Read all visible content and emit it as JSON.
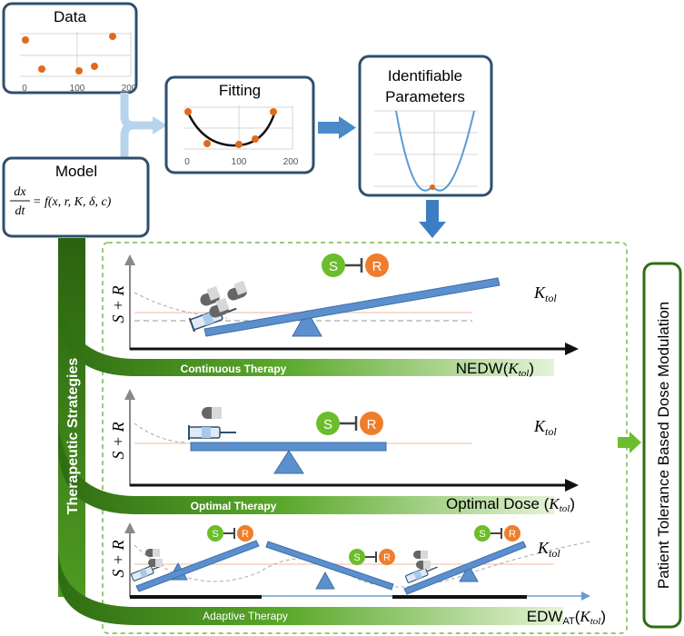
{
  "data_box": {
    "title": "Data",
    "x_ticks": [
      "0",
      "100",
      "200"
    ]
  },
  "fitting_box": {
    "title": "Fitting",
    "x_ticks": [
      "0",
      "100",
      "200"
    ]
  },
  "params_box": {
    "title_line1": "Identifiable",
    "title_line2": "Parameters"
  },
  "model_box": {
    "title": "Model",
    "eq_lhs_num": "dx",
    "eq_lhs_den": "dt",
    "eq_rhs": "= f(x, r, K, δ, c)"
  },
  "strategies_label": "Therapeutic Strategies",
  "right_box_label": "Patient Tolerance Based Dose Modulation",
  "panels": [
    {
      "y_label": "S + R",
      "k_label": "K",
      "k_sub": "tol",
      "bar_label": "Continuous Therapy",
      "outcome": "NEDW(",
      "outcome_k": "K",
      "outcome_sub": "tol",
      "outcome_close": ")"
    },
    {
      "y_label": "S + R",
      "k_label": "K",
      "k_sub": "tol",
      "bar_label": "Optimal Therapy",
      "outcome": "Optimal Dose (",
      "outcome_k": "K",
      "outcome_sub": "tol",
      "outcome_close": ")"
    },
    {
      "y_label": "S + R",
      "k_label": "K",
      "k_sub": "tol",
      "bar_label": "Adaptive Therapy",
      "outcome": "EDW",
      "outcome_sup_sub": "AT",
      "outcome_paren": "(",
      "outcome_k": "K",
      "outcome_sub": "tol",
      "outcome_close": ")"
    }
  ],
  "cells": {
    "s": "S",
    "r": "R"
  },
  "colors": {
    "box_border": "#2e4f6e",
    "arrow_blue": "#4a8ac8",
    "arrow_lightblue": "#b8d4ec",
    "green_dark": "#2f6d12",
    "green": "#5aa82a",
    "green_light": "#d8efc5",
    "orange_dot": "#e06a1a",
    "s_cell": "#6cbd2c",
    "r_cell": "#ef7d2b",
    "seesaw": "#5b8fcd",
    "dashed_frame": "#77b94a"
  }
}
